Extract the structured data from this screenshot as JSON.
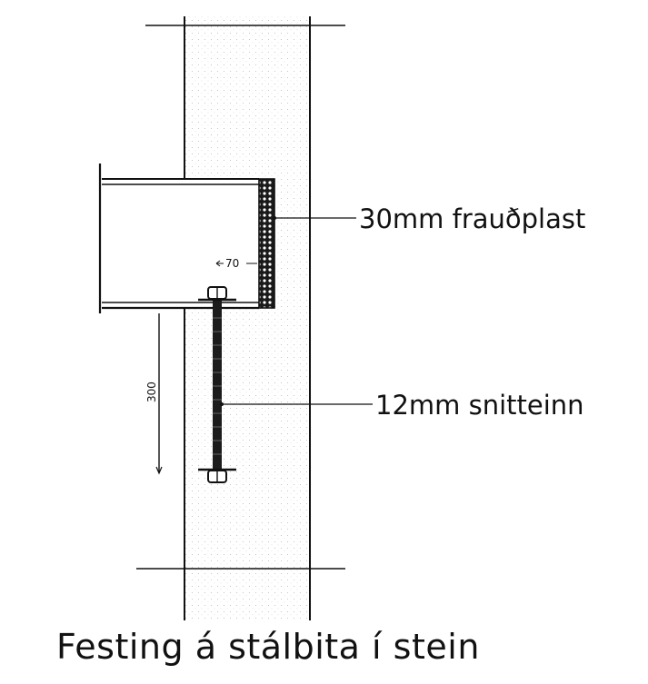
{
  "labels": {
    "insulation": "30mm frauðplast",
    "rod": "12mm snitteinn",
    "dim_small": "70",
    "dim_large": "300"
  },
  "title": "Festing á stálbita í stein",
  "colors": {
    "ink": "#111111",
    "wall_stipple": "#c8c8c8",
    "foam_fill": "#1a1a1a"
  }
}
